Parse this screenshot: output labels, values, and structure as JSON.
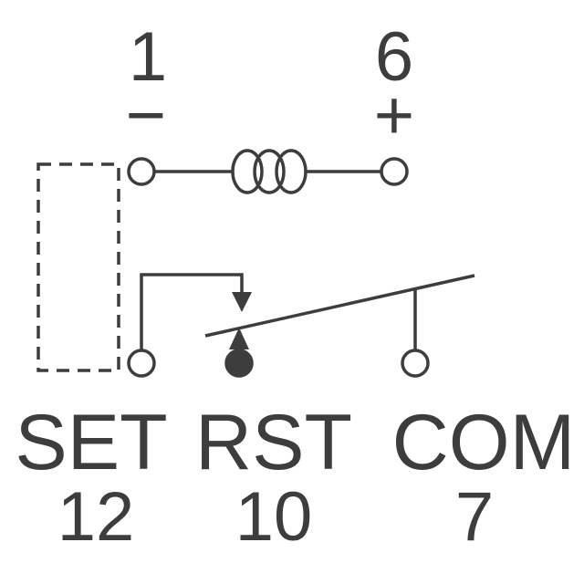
{
  "schematic": {
    "kind": "latching-relay-schematic",
    "coil": {
      "left_pin": {
        "number": "1",
        "polarity": "−"
      },
      "right_pin": {
        "number": "6",
        "polarity": "+"
      }
    },
    "contacts": [
      {
        "name": "SET",
        "pin": "12"
      },
      {
        "name": "RST",
        "pin": "10"
      },
      {
        "name": "COM",
        "pin": "7"
      }
    ],
    "colors": {
      "stroke": "#3d3d3d",
      "background": "#ffffff"
    }
  }
}
